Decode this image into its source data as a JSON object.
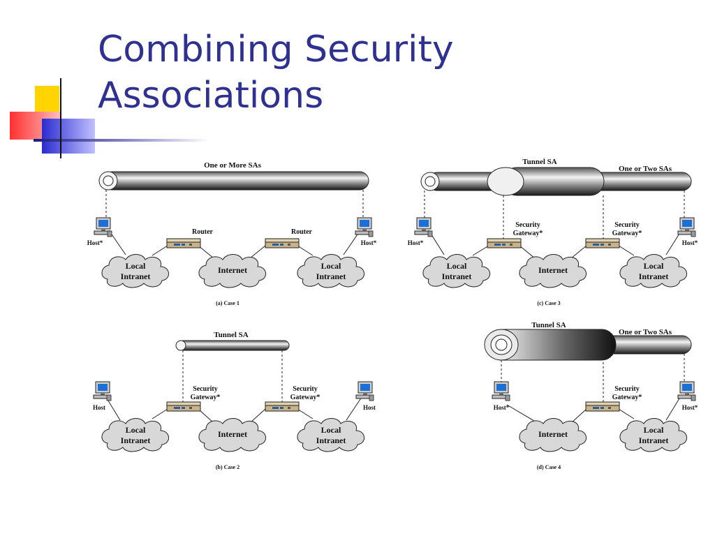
{
  "slide": {
    "title_line1": "Combining Security",
    "title_line2": "Associations",
    "title_color": "#2E3191"
  },
  "labels": {
    "case1": {
      "caption": "(a) Case 1",
      "tube": "One or More SAs",
      "router_left": "Router",
      "router_right": "Router",
      "host_left": "Host*",
      "host_right": "Host*",
      "cloud_left_1": "Local",
      "cloud_left_2": "Intranet",
      "cloud_mid": "Internet",
      "cloud_right_1": "Local",
      "cloud_right_2": "Intranet"
    },
    "case2": {
      "caption": "(b) Case 2",
      "tube": "Tunnel SA",
      "gw_left_1": "Security",
      "gw_left_2": "Gateway*",
      "gw_right_1": "Security",
      "gw_right_2": "Gateway*",
      "host_left": "Host",
      "host_right": "Host",
      "cloud_left_1": "Local",
      "cloud_left_2": "Intranet",
      "cloud_mid": "Internet",
      "cloud_right_1": "Local",
      "cloud_right_2": "Intranet"
    },
    "case3": {
      "caption": "(c) Case 3",
      "tube_outer": "Tunnel SA",
      "tube_inner": "One or Two SAs",
      "gw_left_1": "Security",
      "gw_left_2": "Gateway*",
      "gw_right_1": "Security",
      "gw_right_2": "Gateway*",
      "host_left": "Host*",
      "host_right": "Host*",
      "cloud_left_1": "Local",
      "cloud_left_2": "Intranet",
      "cloud_mid": "Internet",
      "cloud_right_1": "Local",
      "cloud_right_2": "Intranet"
    },
    "case4": {
      "caption": "(d) Case 4",
      "tube_outer": "Tunnel SA",
      "tube_inner": "One or Two SAs",
      "gw_1": "Security",
      "gw_2": "Gateway*",
      "host_left": "Host*",
      "host_right": "Host*",
      "cloud_mid": "Internet",
      "cloud_right_1": "Local",
      "cloud_right_2": "Intranet"
    }
  }
}
